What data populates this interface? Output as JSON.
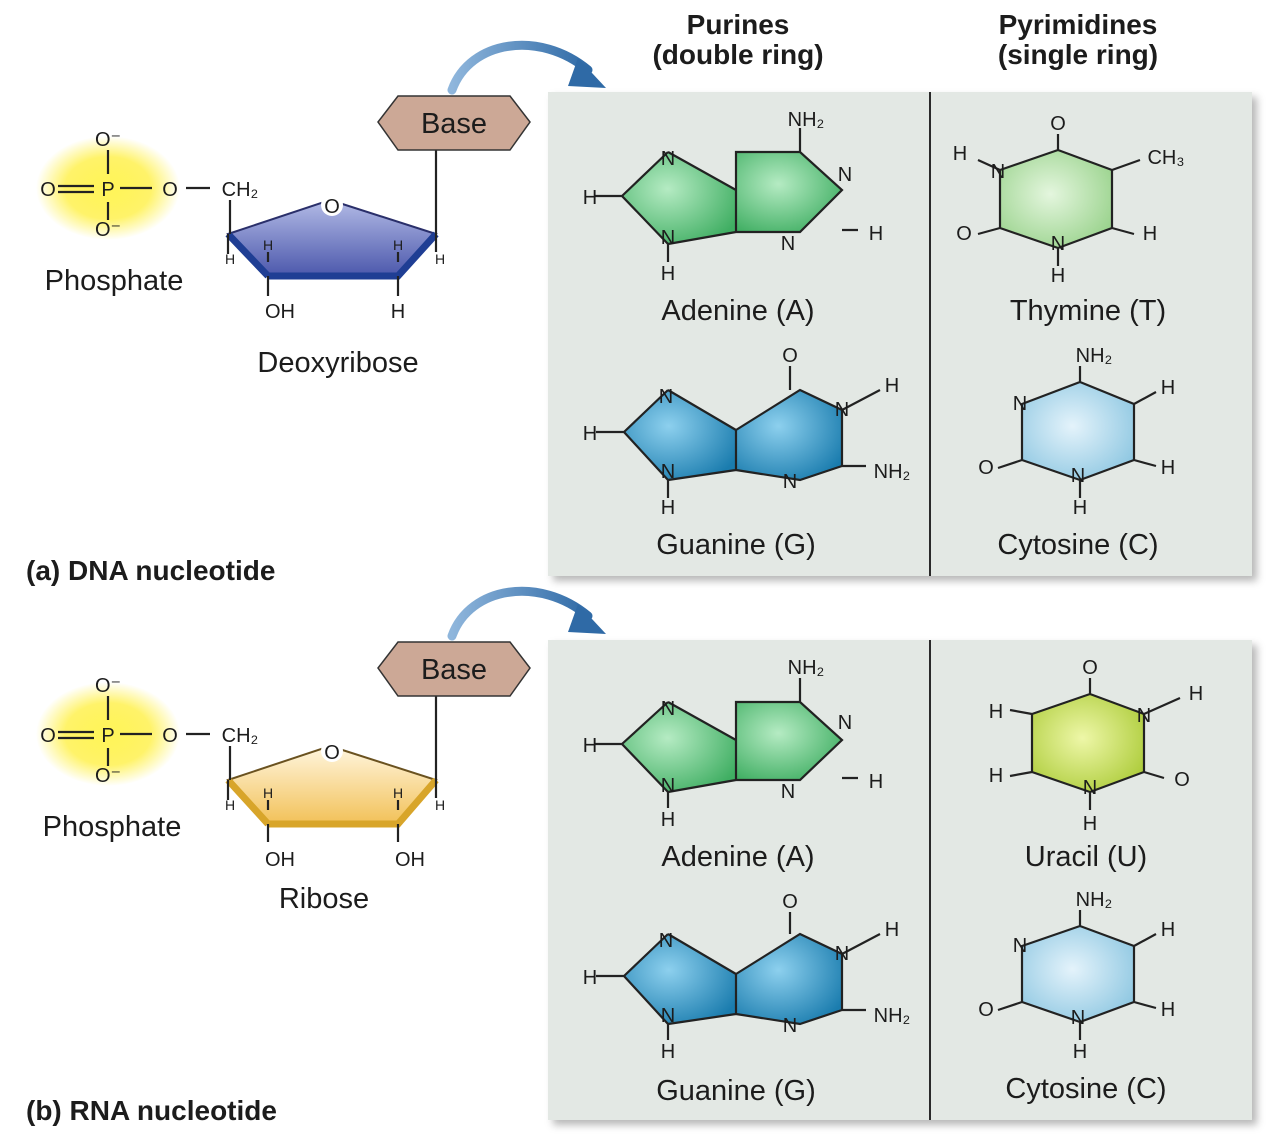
{
  "headers": {
    "purines_line1": "Purines",
    "purines_line2": "(double ring)",
    "pyrimidines_line1": "Pyrimidines",
    "pyrimidines_line2": "(single ring)"
  },
  "dna": {
    "caption": "(a) DNA nucleotide",
    "base_label": "Base",
    "phosphate_label": "Phosphate",
    "sugar_label": "Deoxyribose",
    "bases": [
      "Adenine (A)",
      "Guanine (G)",
      "Thymine (T)",
      "Cytosine (C)"
    ]
  },
  "rna": {
    "caption": "(b) RNA nucleotide",
    "base_label": "Base",
    "phosphate_label": "Phosphate",
    "sugar_label": "Ribose",
    "bases": [
      "Adenine (A)",
      "Guanine (G)",
      "Uracil (U)",
      "Cytosine (C)"
    ]
  },
  "atoms": {
    "P": "P",
    "O": "O",
    "O_minus": "O⁻",
    "CH2": "CH₂",
    "H": "H",
    "OH": "OH",
    "N": "N",
    "NH2": "NH₂",
    "CH3": "CH₃"
  },
  "colors": {
    "adenine": "#5cc27a",
    "guanine": "#2b95c4",
    "thymine": "#a9dc9c",
    "cytosine": "#9ecfe6",
    "uracil": "#bfd84a",
    "deoxyribose": "#5a66b8",
    "ribose": "#f1c65a",
    "base_box": "#cca896",
    "panel": "#e3e8e4",
    "phosphate_glow": "#ffee2a",
    "arrow": "#4d7fb0"
  }
}
